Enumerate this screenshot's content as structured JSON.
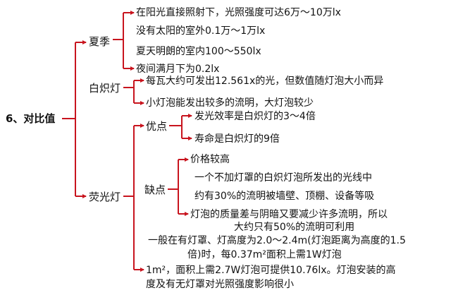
{
  "colors": {
    "line": "#c8141e",
    "text": "#111111",
    "background": "#ffffff"
  },
  "root": {
    "label": "6、对比值"
  },
  "branches": {
    "summer": {
      "label": "夏季",
      "items": [
        "在阳光直接照射下，光照强度可达6万～10万lx",
        "没有太阳的室外0.1万～1万lx",
        "夏天明朗的室内100～550lx",
        "夜间满月下为0.2lx"
      ]
    },
    "incandescent": {
      "label": "白炽灯",
      "items": [
        "每瓦大约可发出12.561x的光，但数值随灯泡大小而异",
        "小灯泡能发出较多的流明，大灯泡较少"
      ]
    },
    "fluorescent": {
      "label": "荧光灯",
      "advantages": {
        "label": "优点",
        "items": [
          "发光效率是白炽灯的3～4倍",
          "寿命是白炽灯的9倍"
        ]
      },
      "disadvantages": {
        "label": "缺点",
        "items": [
          "价格较高",
          "一个不加灯罩的白炽灯泡所发出的光线中",
          "约有30%的流明被墙壁、顶棚、设备等吸",
          "灯泡的质量差与阴暗又要减少许多流明，所以",
          "大约只有50%的流明可利用"
        ]
      },
      "notes": [
        "一般在有灯罩、灯高度为2.0～2.4m(灯泡距离为高度的1.5",
        "倍)时，每0.37m²面积上需1W灯泡",
        "1m²，面积上需2.7W灯泡可提供10.76lx。灯泡安装的高",
        "度及有无灯罩对光照强度影响很小"
      ]
    }
  }
}
